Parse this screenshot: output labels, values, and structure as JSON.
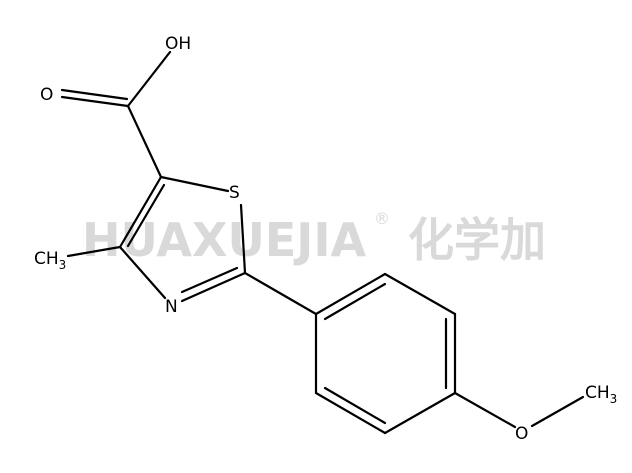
{
  "watermark": {
    "brand": "HUAXUEJIA",
    "registered": "®",
    "chinese": "化学加"
  },
  "atoms": {
    "hydroxyl": "OH",
    "carbonyl_oxygen": "O",
    "sulfur": "S",
    "nitrogen": "N",
    "methyl_main": "CH",
    "methyl_sub": "3",
    "ether_oxygen": "O",
    "methoxy_main": "CH",
    "methoxy_sub": "3"
  },
  "colors": {
    "bond": "#000000",
    "watermark": "#d9d9d9"
  }
}
